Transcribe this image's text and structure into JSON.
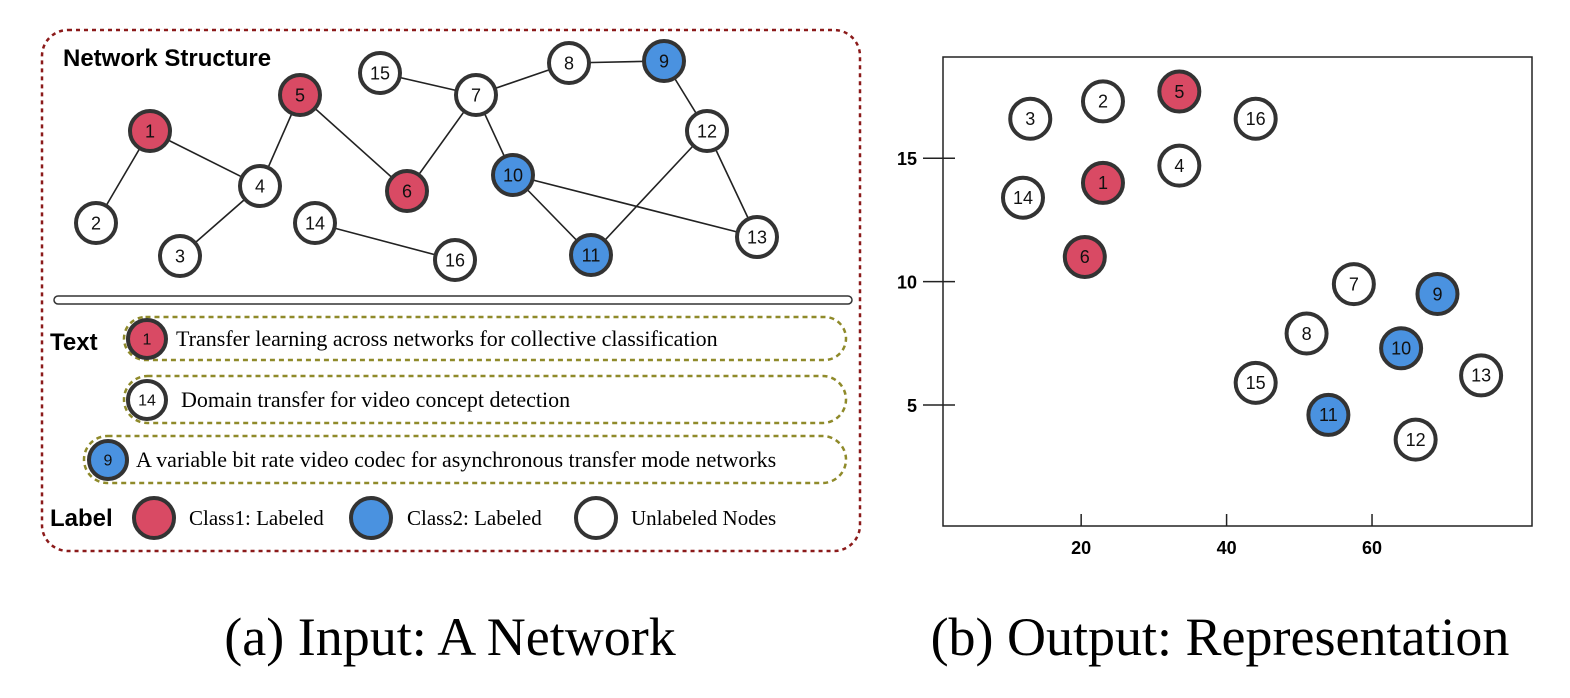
{
  "colors": {
    "class1": "#d94a64",
    "class2": "#4a92e0",
    "unlabeled": "#ffffff",
    "node_stroke": "#333333",
    "panel_border": "#8b1a1a",
    "text_box_border": "#8f8a2a"
  },
  "panel_a": {
    "network_title": "Network Structure",
    "text_label": "Text",
    "label_label": "Label",
    "nodes": [
      {
        "id": "1",
        "cls": "class1"
      },
      {
        "id": "2",
        "cls": "unlabeled"
      },
      {
        "id": "3",
        "cls": "unlabeled"
      },
      {
        "id": "4",
        "cls": "unlabeled"
      },
      {
        "id": "5",
        "cls": "class1"
      },
      {
        "id": "6",
        "cls": "class1"
      },
      {
        "id": "7",
        "cls": "unlabeled"
      },
      {
        "id": "8",
        "cls": "unlabeled"
      },
      {
        "id": "9",
        "cls": "class2"
      },
      {
        "id": "10",
        "cls": "class2"
      },
      {
        "id": "11",
        "cls": "class2"
      },
      {
        "id": "12",
        "cls": "unlabeled"
      },
      {
        "id": "13",
        "cls": "unlabeled"
      },
      {
        "id": "14",
        "cls": "unlabeled"
      },
      {
        "id": "15",
        "cls": "unlabeled"
      },
      {
        "id": "16",
        "cls": "unlabeled"
      }
    ],
    "edges": [
      [
        "1",
        "2"
      ],
      [
        "1",
        "4"
      ],
      [
        "4",
        "3"
      ],
      [
        "4",
        "5"
      ],
      [
        "5",
        "6"
      ],
      [
        "6",
        "7"
      ],
      [
        "7",
        "15"
      ],
      [
        "7",
        "8"
      ],
      [
        "8",
        "9"
      ],
      [
        "7",
        "10"
      ],
      [
        "9",
        "12"
      ],
      [
        "12",
        "11"
      ],
      [
        "12",
        "13"
      ],
      [
        "10",
        "11"
      ],
      [
        "10",
        "13"
      ],
      [
        "14",
        "16"
      ]
    ],
    "text_items": [
      {
        "node": "1",
        "cls": "class1",
        "text": "Transfer learning across networks for collective classification"
      },
      {
        "node": "14",
        "cls": "unlabeled",
        "text": "Domain transfer for video concept detection"
      },
      {
        "node": "9",
        "cls": "class2",
        "text": "A variable bit rate video codec for asynchronous transfer mode networks"
      }
    ],
    "legend": [
      {
        "cls": "class1",
        "text": "Class1: Labeled"
      },
      {
        "cls": "class2",
        "text": "Class2: Labeled"
      },
      {
        "cls": "unlabeled",
        "text": "Unlabeled Nodes"
      }
    ]
  },
  "panel_b": {
    "x_ticks": [
      "20",
      "40",
      "60"
    ],
    "y_ticks": [
      "5",
      "10",
      "15"
    ]
  },
  "chart_data": {
    "type": "scatter",
    "xlim": [
      1,
      82
    ],
    "ylim": [
      0.1,
      19.1
    ],
    "x_ticks": [
      20,
      40,
      60
    ],
    "y_ticks": [
      5,
      10,
      15
    ],
    "points": [
      {
        "label": "1",
        "cls": "class1",
        "x": 23,
        "y": 14
      },
      {
        "label": "2",
        "cls": "unlabeled",
        "x": 23,
        "y": 17.3
      },
      {
        "label": "3",
        "cls": "unlabeled",
        "x": 13,
        "y": 16.6
      },
      {
        "label": "4",
        "cls": "unlabeled",
        "x": 33.5,
        "y": 14.7
      },
      {
        "label": "5",
        "cls": "class1",
        "x": 33.5,
        "y": 17.7
      },
      {
        "label": "6",
        "cls": "class1",
        "x": 20.5,
        "y": 11
      },
      {
        "label": "7",
        "cls": "unlabeled",
        "x": 57.5,
        "y": 9.9
      },
      {
        "label": "8",
        "cls": "unlabeled",
        "x": 51,
        "y": 7.9
      },
      {
        "label": "9",
        "cls": "class2",
        "x": 69,
        "y": 9.5
      },
      {
        "label": "10",
        "cls": "class2",
        "x": 64,
        "y": 7.3
      },
      {
        "label": "11",
        "cls": "class2",
        "x": 54,
        "y": 4.6
      },
      {
        "label": "12",
        "cls": "unlabeled",
        "x": 66,
        "y": 3.6
      },
      {
        "label": "13",
        "cls": "unlabeled",
        "x": 75,
        "y": 6.2
      },
      {
        "label": "14",
        "cls": "unlabeled",
        "x": 12,
        "y": 13.4
      },
      {
        "label": "15",
        "cls": "unlabeled",
        "x": 44,
        "y": 5.9
      },
      {
        "label": "16",
        "cls": "unlabeled",
        "x": 44,
        "y": 16.6
      }
    ]
  },
  "captions": {
    "a": "(a) Input: A Network",
    "b": "(b) Output: Representation"
  }
}
